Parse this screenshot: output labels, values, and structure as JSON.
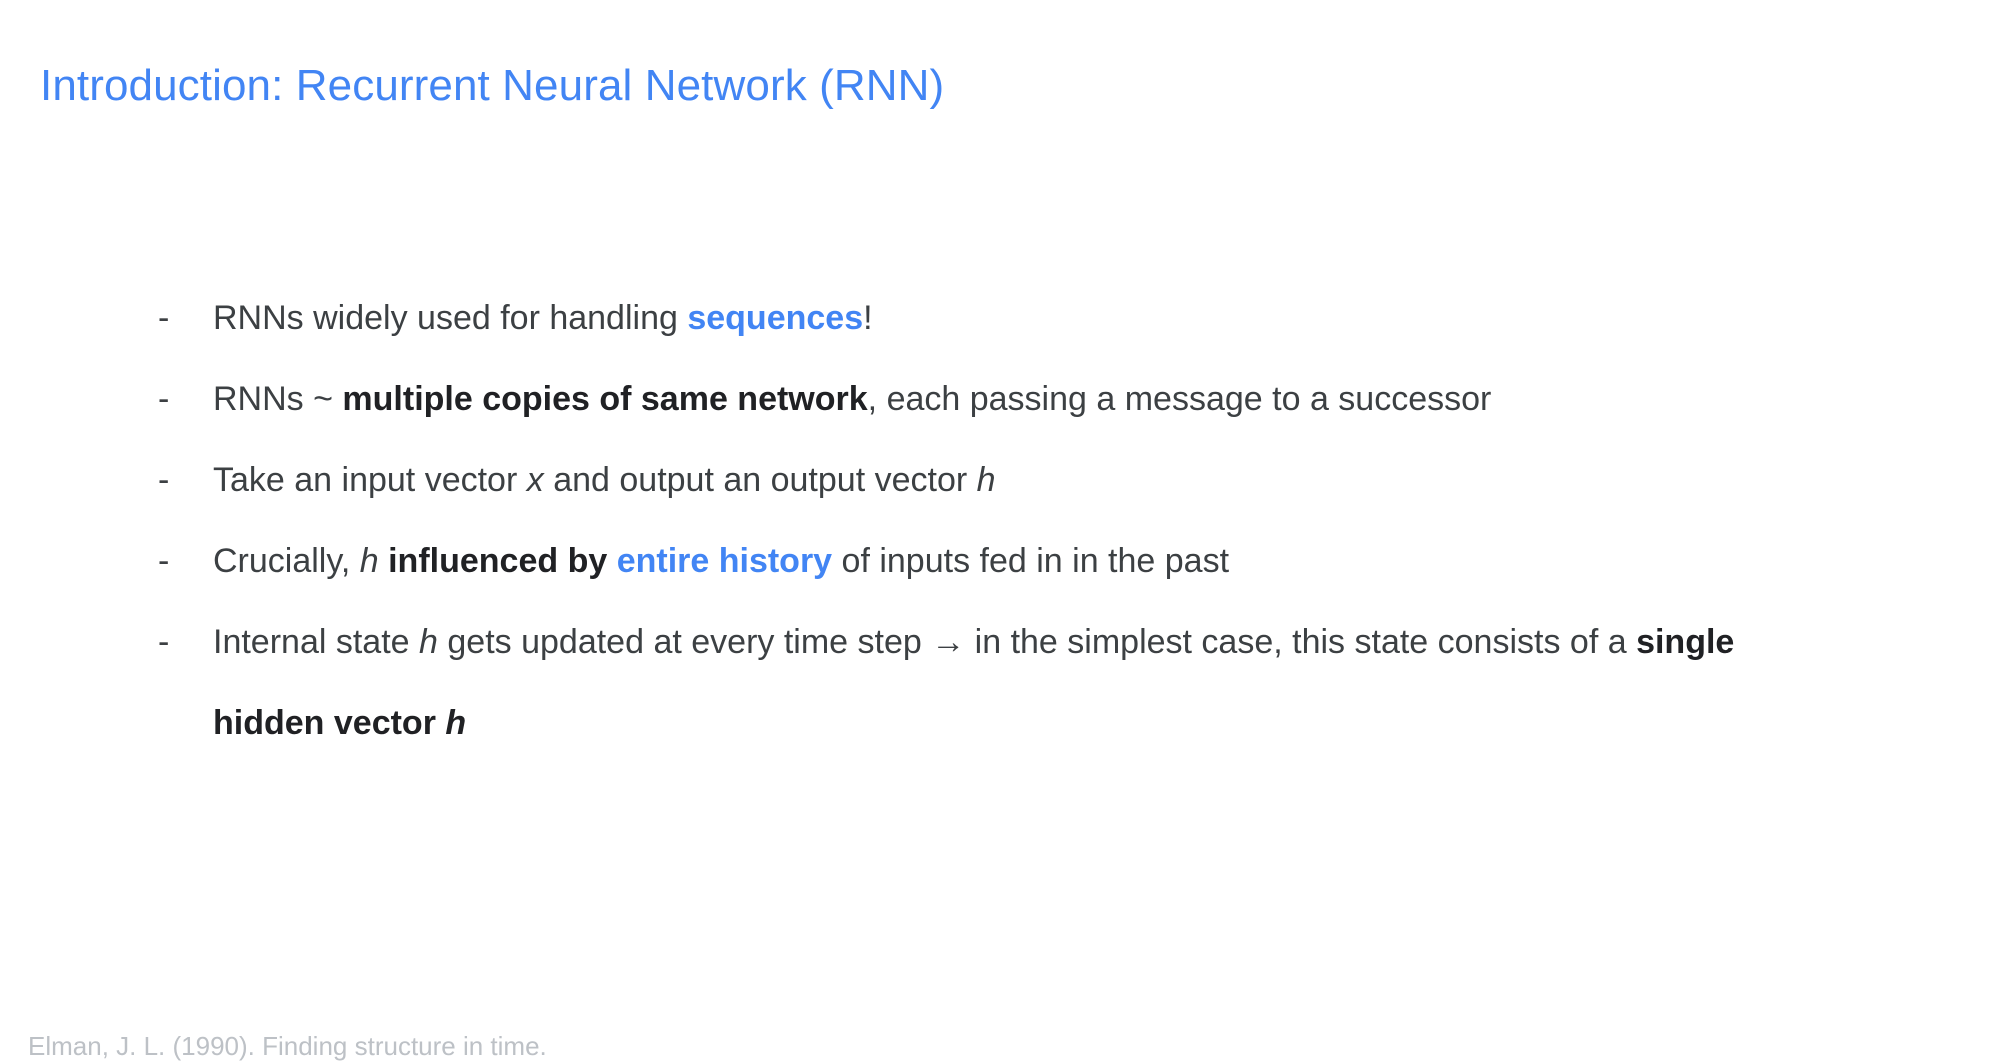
{
  "slide": {
    "title": "Introduction: Recurrent Neural Network (RNN)",
    "title_color": "#4285f4",
    "body_color": "#3c4043",
    "accent_color": "#4285f4",
    "background_color": "#ffffff",
    "bullet_marker": "-",
    "bullets": [
      {
        "id": "bullet-sequences",
        "marker": "-",
        "plain_text": "RNNs widely used for handling sequences!",
        "runs": [
          {
            "text": "RNNs widely used for handling ",
            "style": "normal"
          },
          {
            "text": "sequences",
            "style": "bold-blue"
          },
          {
            "text": "!",
            "style": "normal"
          }
        ]
      },
      {
        "id": "bullet-multiple-copies",
        "marker": "-",
        "plain_text": "RNNs ~ multiple copies of same network, each passing a message to a successor",
        "runs": [
          {
            "text": "RNNs ~ ",
            "style": "normal"
          },
          {
            "text": "multiple copies of same network",
            "style": "bold"
          },
          {
            "text": ", each passing a message to a successor",
            "style": "normal"
          }
        ]
      },
      {
        "id": "bullet-input-output-vector",
        "marker": "-",
        "plain_text": "Take an input vector x and output an output vector h",
        "runs": [
          {
            "text": "Take an input vector ",
            "style": "normal"
          },
          {
            "text": "x",
            "style": "italic"
          },
          {
            "text": " and output an output vector ",
            "style": "normal"
          },
          {
            "text": "h",
            "style": "italic"
          }
        ]
      },
      {
        "id": "bullet-entire-history",
        "marker": "-",
        "plain_text": "Crucially, h influenced by entire history of inputs fed in in the past",
        "runs": [
          {
            "text": "Crucially, ",
            "style": "normal"
          },
          {
            "text": "h",
            "style": "italic"
          },
          {
            "text": " ",
            "style": "normal"
          },
          {
            "text": "influenced by",
            "style": "bold"
          },
          {
            "text": " ",
            "style": "normal"
          },
          {
            "text": "entire history",
            "style": "bold-blue"
          },
          {
            "text": " of inputs fed in in the past",
            "style": "normal"
          }
        ]
      },
      {
        "id": "bullet-hidden-vector",
        "marker": "-",
        "plain_text": "Internal state h gets updated at every time step → in the simplest case, this state consists of a single hidden vector h",
        "runs": [
          {
            "text": "Internal state ",
            "style": "normal"
          },
          {
            "text": "h",
            "style": "italic"
          },
          {
            "text": " gets updated at every time step → in the simplest case, this state consists of a ",
            "style": "normal"
          },
          {
            "text": "single hidden vector ",
            "style": "bold"
          },
          {
            "text": "h",
            "style": "bold-italic"
          }
        ]
      }
    ],
    "footer": {
      "citation": "Elman, J. L. (1990). Finding structure in time."
    }
  }
}
